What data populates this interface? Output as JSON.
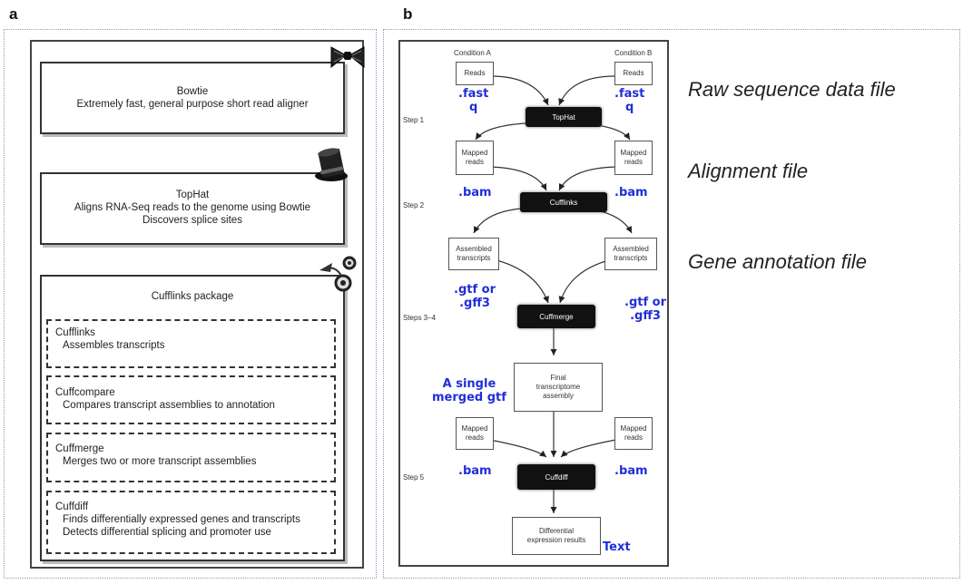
{
  "panel_a": {
    "letter": "a",
    "bowtie": {
      "title": "Bowtie",
      "desc": "Extremely fast, general purpose short read aligner",
      "icon": "bowtie-icon"
    },
    "tophat": {
      "title": "TopHat",
      "line1": "Aligns RNA-Seq reads to the genome using Bowtie",
      "line2": "Discovers splice sites",
      "icon": "tophat-icon"
    },
    "cufflinks_package": {
      "title": "Cufflinks package",
      "icon": "cufflinks-icon",
      "tools": [
        {
          "name": "Cufflinks",
          "desc": "Assembles transcripts"
        },
        {
          "name": "Cuffcompare",
          "desc": "Compares transcript assemblies to annotation"
        },
        {
          "name": "Cuffmerge",
          "desc": "Merges two or more transcript assemblies"
        },
        {
          "name": "Cuffdiff",
          "desc": "Finds differentially expressed genes and transcripts",
          "desc2": "Detects differential splicing and promoter use"
        }
      ]
    }
  },
  "panel_b": {
    "letter": "b",
    "condition_a": "Condition A",
    "condition_b": "Condition B",
    "reads": "Reads",
    "mapped_reads": "Mapped\nreads",
    "assembled_transcripts": "Assembled\ntranscripts",
    "tophat": "TopHat",
    "cufflinks": "Cufflinks",
    "cuffmerge": "Cuffmerge",
    "cuffdiff": "Cuffdiff",
    "final_assembly": "Final\ntranscriptome\nassembly",
    "differential": "Differential\nexpression results",
    "steps": {
      "s1": "Step 1",
      "s2": "Step 2",
      "s34": "Steps 3–4",
      "s5": "Step 5"
    },
    "annotations": {
      "fastq_left": ".fast\nq",
      "fastq_right": ".fast\nq",
      "bam_left": ".bam",
      "bam_right": ".bam",
      "gtf_left": ".gtf or\n.gff3",
      "gtf_right": ".gtf or\n.gff3",
      "single_gtf": "A single\nmerged gtf",
      "bam_left2": ".bam",
      "bam_right2": ".bam",
      "text": "Text"
    },
    "right_labels": {
      "raw": "Raw sequence data file",
      "alignment": "Alignment file",
      "gene": "Gene annotation file"
    }
  },
  "colors": {
    "annotation_blue": "#1f2fd8",
    "frame_border": "#8a9bb5"
  }
}
